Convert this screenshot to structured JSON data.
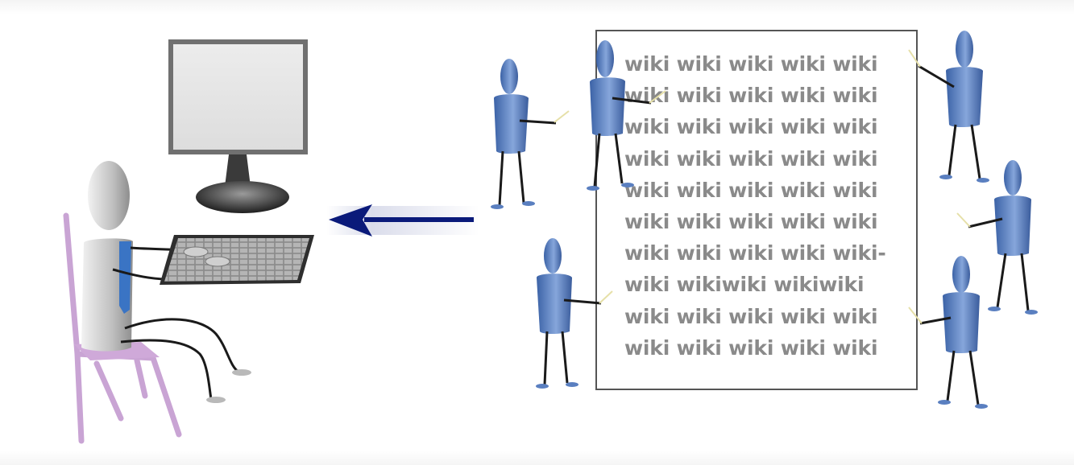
{
  "wiki_page": {
    "lines": [
      "wiki wiki wiki wiki wiki",
      "wiki wiki wiki wiki wiki",
      "wiki wiki wiki wiki wiki",
      "wiki wiki wiki wiki wiki",
      "wiki wiki wiki wiki wiki",
      "wiki wiki wiki wiki wiki",
      "wiki wiki wiki wiki wiki-",
      "wiki wikiwiki wikiwiki",
      "wiki wiki wiki wiki wiki",
      "wiki wiki wiki wiki wiki"
    ]
  },
  "colors": {
    "page_text": "#8a8a8a",
    "page_border": "#555555",
    "contributor_body": "#5a7fc0",
    "contributor_dark": "#2c4f8a",
    "arrow": "#0a1a7a",
    "chair": "#c9a4d4",
    "reader_body": "#c8c8c8",
    "monitor_frame": "#6a6a6a",
    "keyboard": "#7a7a7a"
  },
  "icons": {
    "reader": "person-at-computer-icon",
    "contributor": "person-with-pointer-icon",
    "flow_arrow": "arrow-left-icon"
  }
}
